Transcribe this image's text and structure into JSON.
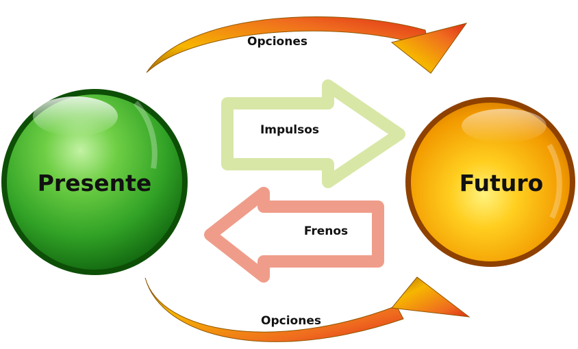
{
  "nodes": {
    "present": {
      "label": "Presente",
      "color": "#3aa42a"
    },
    "future": {
      "label": "Futuro",
      "color": "#f2a000"
    }
  },
  "arrows": {
    "top_curve": {
      "label": "Opciones",
      "color": "#e2441b"
    },
    "bottom_curve": {
      "label": "Opciones",
      "color": "#e2441b"
    },
    "forward": {
      "label": "Impulsos",
      "color": "#d8e7a6"
    },
    "backward": {
      "label": "Frenos",
      "color": "#ef9d8a"
    }
  }
}
